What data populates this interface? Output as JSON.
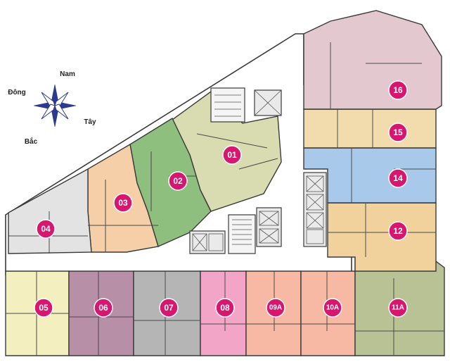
{
  "compass": {
    "north": "Nam",
    "west": "Đông",
    "east": "Tây",
    "south": "Bắc",
    "color": "#2b3a8c"
  },
  "units": [
    {
      "label": "01",
      "color": "#d8dcb0"
    },
    {
      "label": "02",
      "color": "#8ebf7e"
    },
    {
      "label": "03",
      "color": "#f4cfa7"
    },
    {
      "label": "04",
      "color": "#e3e3e3"
    },
    {
      "label": "05",
      "color": "#f3efbe"
    },
    {
      "label": "06",
      "color": "#b78fa6"
    },
    {
      "label": "07",
      "color": "#b5b5b5"
    },
    {
      "label": "08",
      "color": "#f2a5c7"
    },
    {
      "label": "09A",
      "color": "#f7b9a3"
    },
    {
      "label": "10A",
      "color": "#f7b9a3"
    },
    {
      "label": "11A",
      "color": "#b8c294"
    },
    {
      "label": "12",
      "color": "#f1d29c"
    },
    {
      "label": "14",
      "color": "#a9c9ea"
    },
    {
      "label": "15",
      "color": "#f2dcae"
    },
    {
      "label": "16",
      "color": "#e3c9cf"
    }
  ],
  "colors": {
    "badge": "#d6166f",
    "corridor": "#ffffff",
    "core": "#eaeaea"
  }
}
